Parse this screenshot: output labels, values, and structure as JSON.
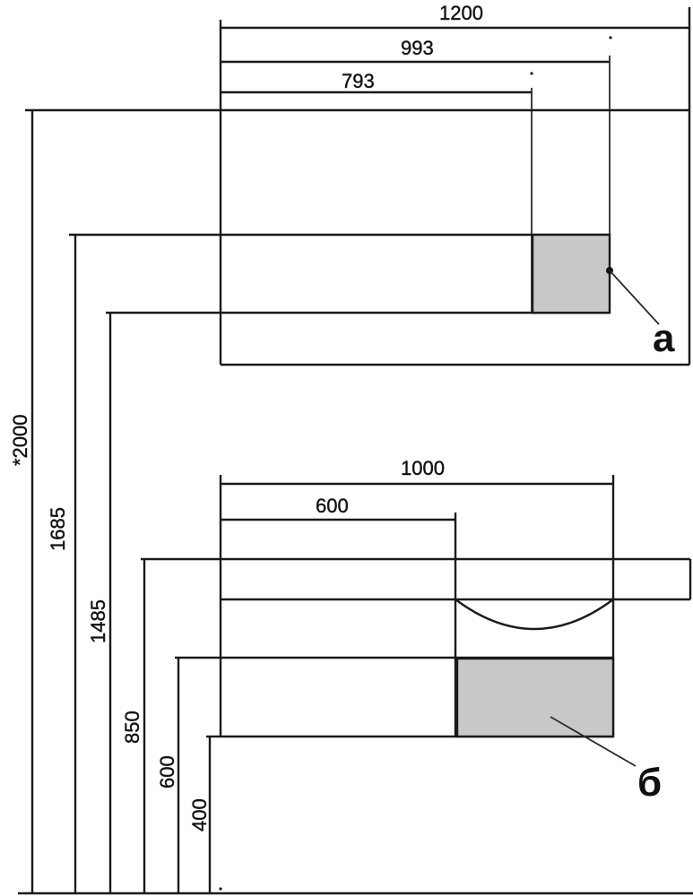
{
  "diagram": {
    "type": "furniture elevation drawing with dimensions (mm)",
    "colors": {
      "line": "#1a1a1a",
      "shade": "#c8c8c8",
      "background": "#ffffff"
    },
    "upper_unit": {
      "horizontal_dimensions": [
        {
          "id": "w_total",
          "label": "1200"
        },
        {
          "id": "w_993",
          "label": "993"
        },
        {
          "id": "w_793",
          "label": "793"
        }
      ],
      "callout": {
        "label": "а",
        "target": "shaded upper compartment"
      }
    },
    "lower_unit": {
      "horizontal_dimensions": [
        {
          "id": "w_1000",
          "label": "1000"
        },
        {
          "id": "w_600",
          "label": "600"
        }
      ],
      "callout": {
        "label": "б",
        "target": "shaded lower compartment"
      }
    },
    "vertical_dimensions": [
      {
        "id": "h_2000",
        "label": "*2000"
      },
      {
        "id": "h_1685",
        "label": "1685"
      },
      {
        "id": "h_1485",
        "label": "1485"
      },
      {
        "id": "h_850",
        "label": "850"
      },
      {
        "id": "h_600",
        "label": "600"
      },
      {
        "id": "h_400",
        "label": "400"
      }
    ]
  }
}
